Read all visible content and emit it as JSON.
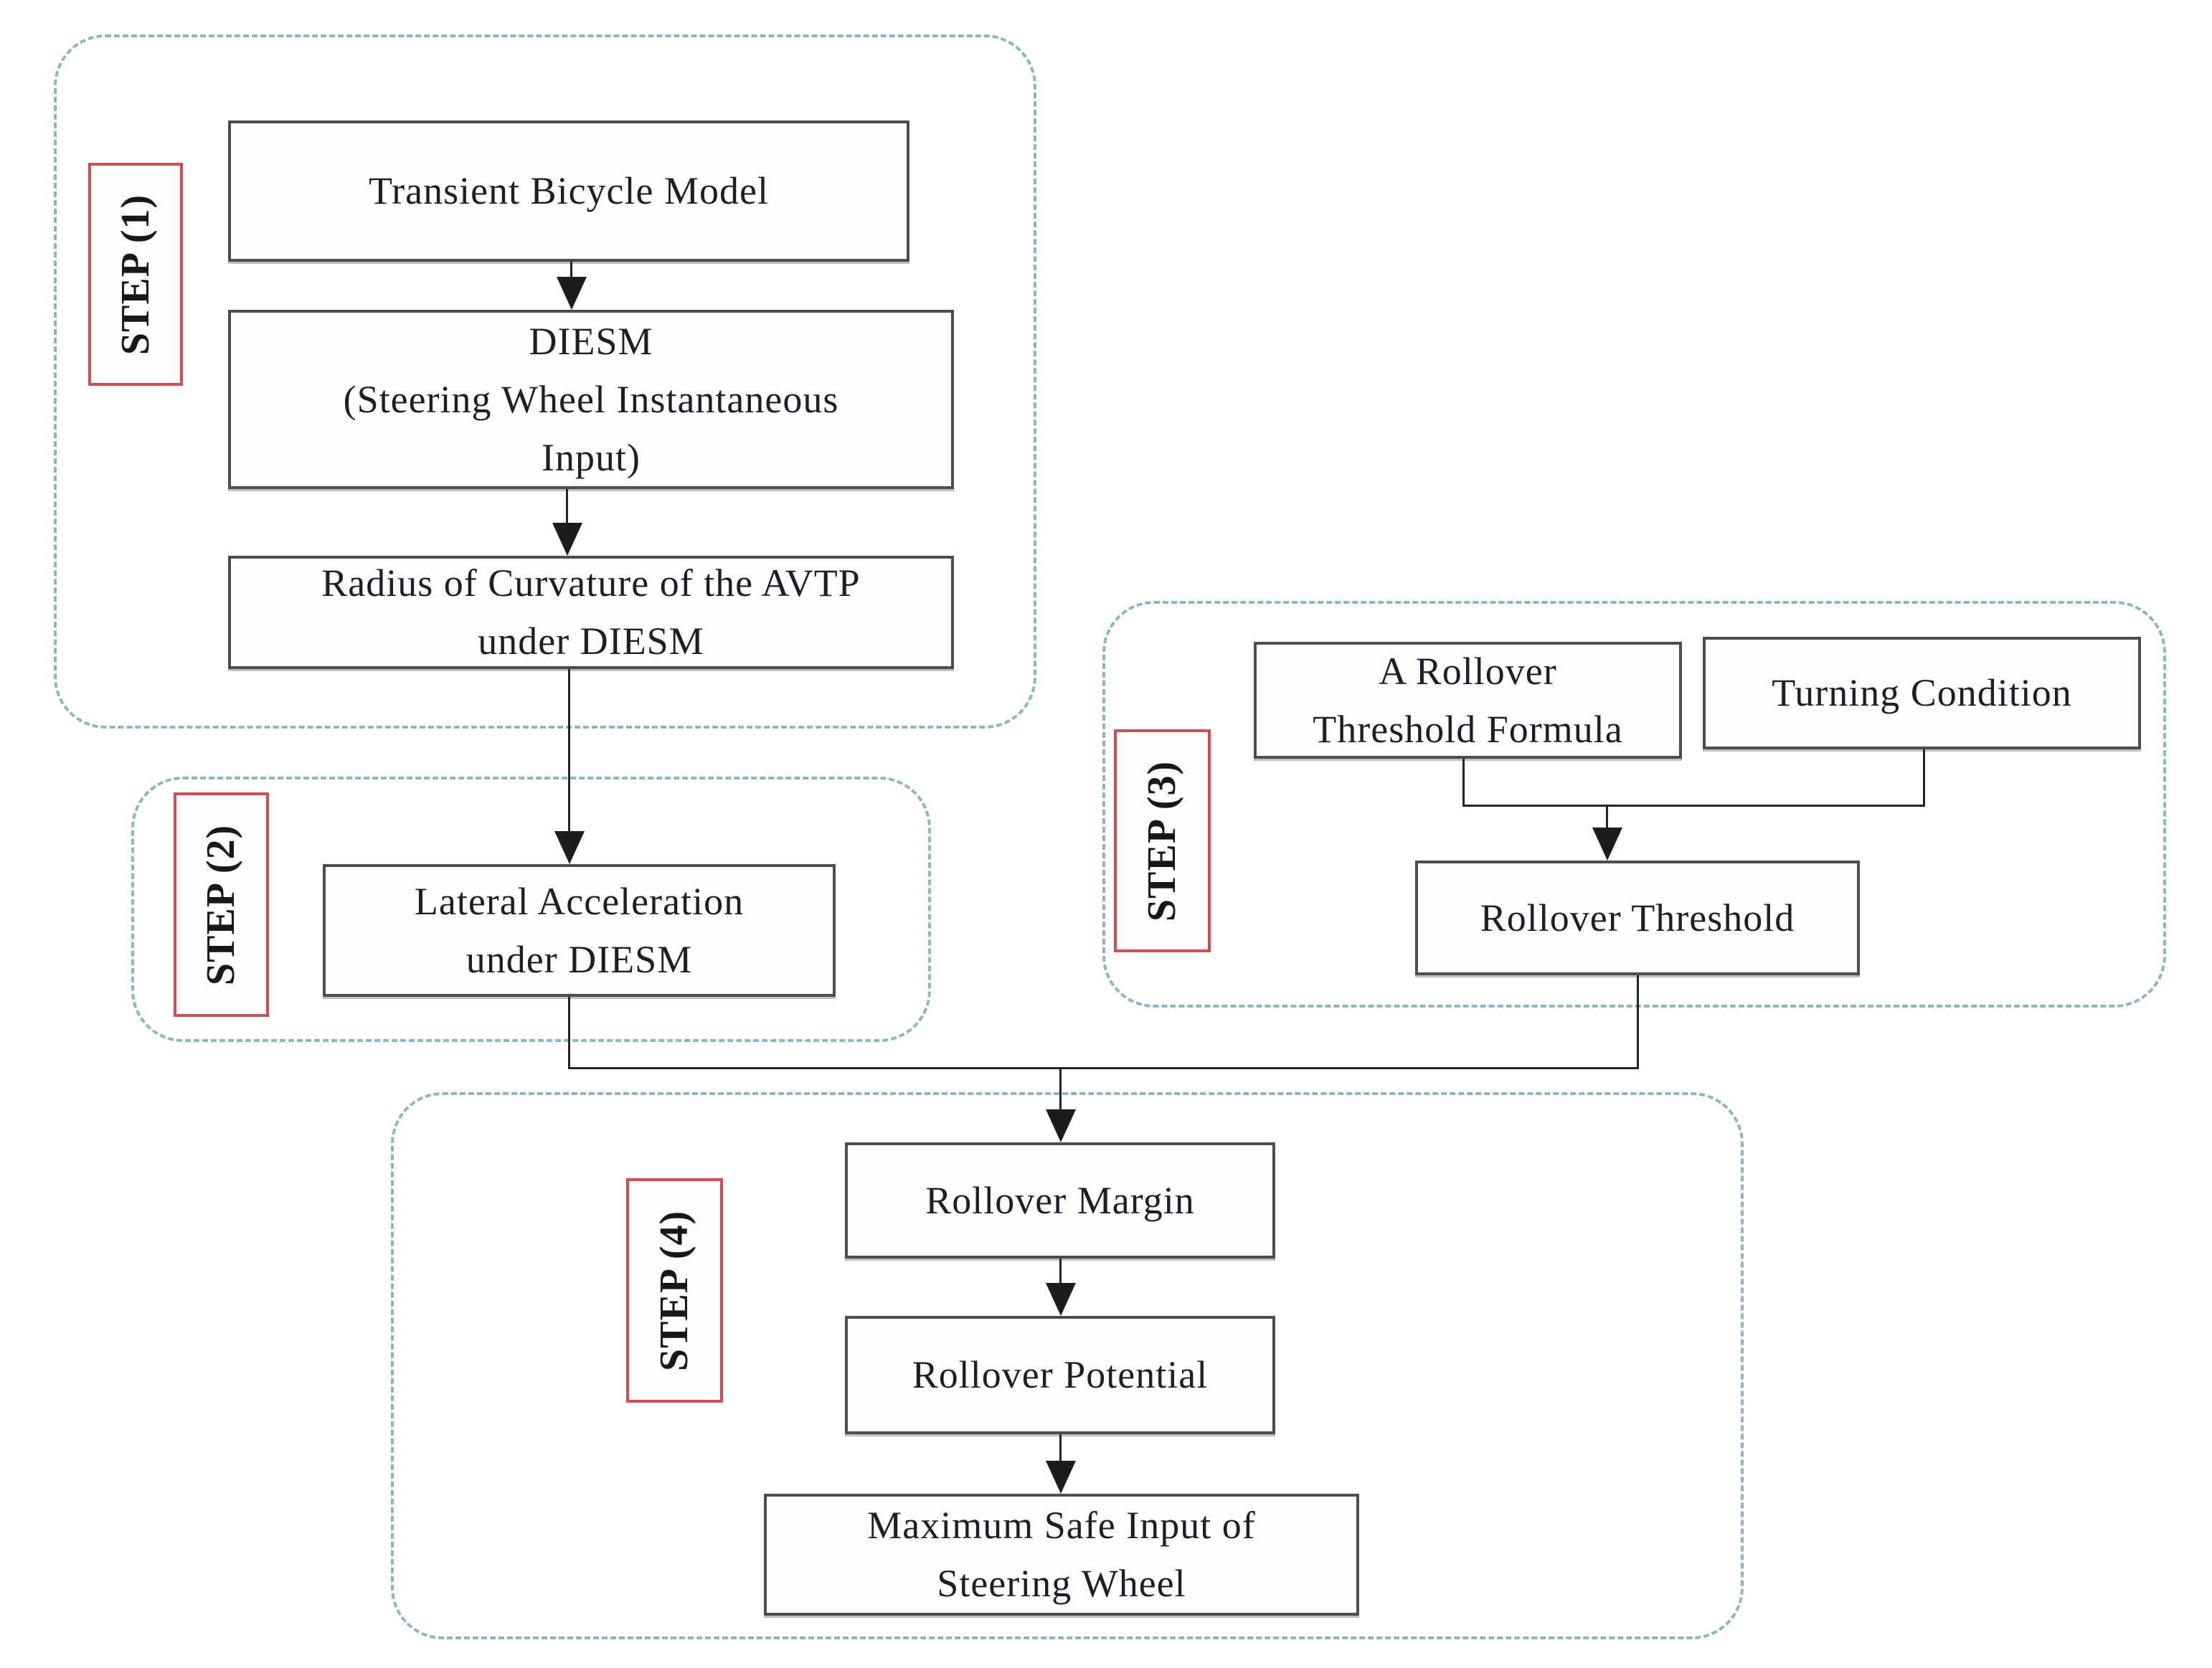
{
  "diagram": {
    "title": "Rollover assessment flowchart (DIESM steps)",
    "colors": {
      "background": "#ffffff",
      "group_dashed_border": "#8db6bf",
      "step_label_border": "#cf4d57",
      "node_border": "#4d4d4d",
      "connector": "#242424",
      "text": "#1e1e28"
    },
    "steps": [
      {
        "id": "step-1",
        "label": "STEP (1)"
      },
      {
        "id": "step-2",
        "label": "STEP (2)"
      },
      {
        "id": "step-3",
        "label": "STEP (3)"
      },
      {
        "id": "step-4",
        "label": "STEP (4)"
      }
    ],
    "nodes": [
      {
        "id": "transient-bicycle-model",
        "step": 1,
        "text": "Transient Bicycle Model"
      },
      {
        "id": "diesm",
        "step": 1,
        "text": "DIESM\n(Steering Wheel Instantaneous\nInput)"
      },
      {
        "id": "radius-of-curvature-avtp",
        "step": 1,
        "text": "Radius of Curvature of the AVTP\nunder DIESM"
      },
      {
        "id": "lateral-acceleration",
        "step": 2,
        "text": "Lateral Acceleration\nunder DIESM"
      },
      {
        "id": "rollover-threshold-formula",
        "step": 3,
        "text": "A Rollover\nThreshold Formula"
      },
      {
        "id": "turning-condition",
        "step": 3,
        "text": "Turning Condition"
      },
      {
        "id": "rollover-threshold",
        "step": 3,
        "text": "Rollover Threshold"
      },
      {
        "id": "rollover-margin",
        "step": 4,
        "text": "Rollover Margin"
      },
      {
        "id": "rollover-potential",
        "step": 4,
        "text": "Rollover Potential"
      },
      {
        "id": "maximum-safe-input-of-steering-wheel",
        "step": 4,
        "text": "Maximum Safe Input of\nSteering Wheel"
      }
    ],
    "edges": [
      {
        "from": "transient-bicycle-model",
        "to": "diesm"
      },
      {
        "from": "diesm",
        "to": "radius-of-curvature-avtp"
      },
      {
        "from": "radius-of-curvature-avtp",
        "to": "lateral-acceleration"
      },
      {
        "from": "rollover-threshold-formula",
        "to": "rollover-threshold"
      },
      {
        "from": "turning-condition",
        "to": "rollover-threshold"
      },
      {
        "from": "lateral-acceleration",
        "to": "rollover-margin"
      },
      {
        "from": "rollover-threshold",
        "to": "rollover-margin"
      },
      {
        "from": "rollover-margin",
        "to": "rollover-potential"
      },
      {
        "from": "rollover-potential",
        "to": "maximum-safe-input-of-steering-wheel"
      }
    ]
  }
}
